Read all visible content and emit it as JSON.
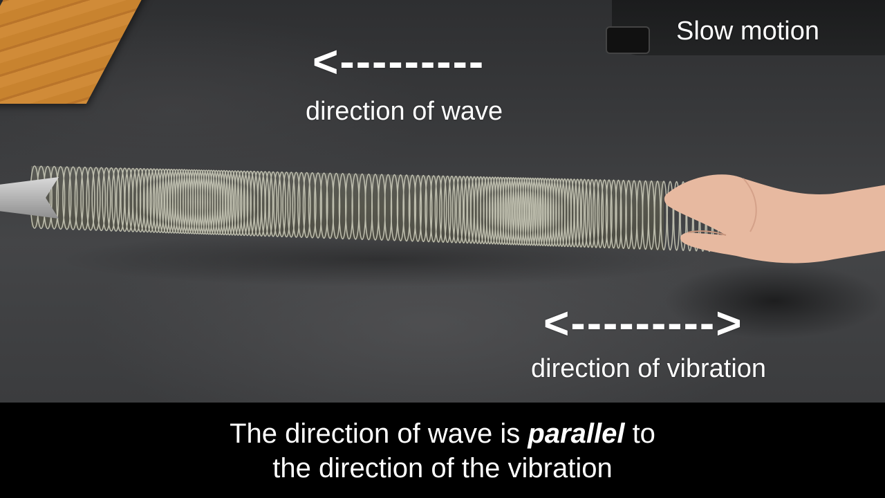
{
  "badge": "Slow motion",
  "wave": {
    "arrow": "<---------",
    "label": "direction of wave"
  },
  "vibration": {
    "arrow": "<--------->",
    "label": "direction of vibration"
  },
  "caption": {
    "line1_before": "The direction of wave is ",
    "line1_emphasis": "parallel",
    "line1_after": " to",
    "line2": "the direction of the vibration"
  },
  "colors": {
    "table": "#3a3b3d",
    "caption_bar": "#000000",
    "text": "#ffffff",
    "spring": "#b9b9a8"
  }
}
